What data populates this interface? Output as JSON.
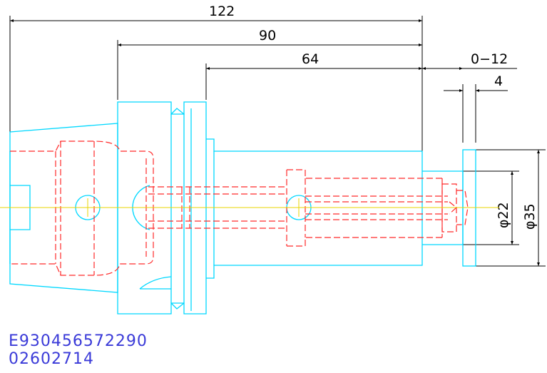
{
  "dimensions": {
    "overall_length": "122",
    "shank_length": "90",
    "body_length": "64",
    "adjust_range": "0−12",
    "collar_width": "4",
    "bore_diameter": "φ22",
    "outer_diameter": "φ35"
  },
  "part_codes": {
    "line1": "E930456572290",
    "line2": "02602714"
  },
  "colors": {
    "outline": "#00d8ff",
    "hidden": "#ff2a2a",
    "centerline": "#e8d400",
    "dimension": "#000000",
    "code_text": "#3a3ad8"
  }
}
